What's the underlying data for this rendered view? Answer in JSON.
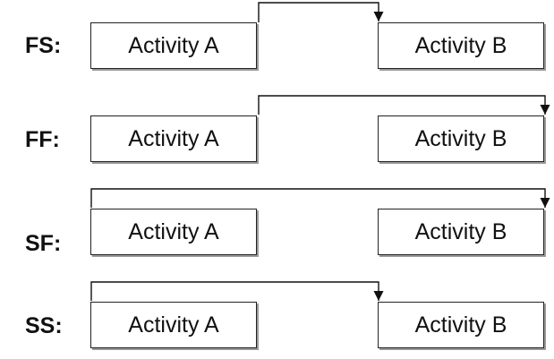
{
  "rows": [
    {
      "label": "FS:",
      "activity_a": "Activity A",
      "activity_b": "Activity B"
    },
    {
      "label": "FF:",
      "activity_a": "Activity A",
      "activity_b": "Activity B"
    },
    {
      "label": "SF:",
      "activity_a": "Activity A",
      "activity_b": "Activity B"
    },
    {
      "label": "SS:",
      "activity_a": "Activity A",
      "activity_b": "Activity B"
    }
  ],
  "colors": {
    "line": "#111111",
    "box_border": "#222222",
    "shadow": "#9a9a9a"
  }
}
